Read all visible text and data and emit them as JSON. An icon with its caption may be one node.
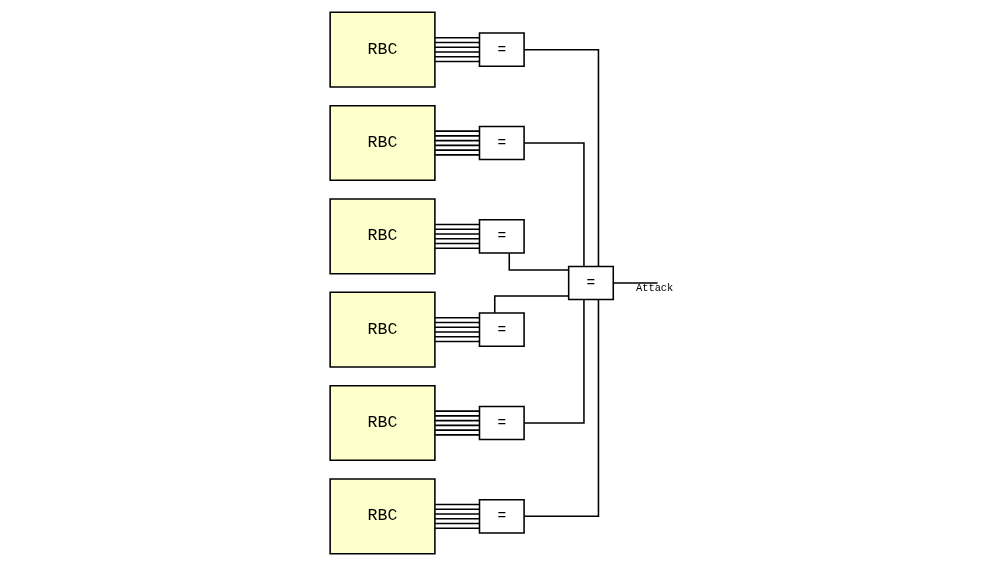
{
  "diagram": {
    "nodes": [
      {
        "text": [
          "RBC"
        ]
      },
      {
        "text": [
          "="
        ]
      },
      {
        "text": [
          "RBC"
        ]
      },
      {
        "text": [
          "="
        ]
      },
      {
        "text": [
          "RBC"
        ]
      },
      {
        "text": [
          "="
        ]
      },
      {
        "text": [
          "="
        ]
      },
      {
        "text": [
          "RBC"
        ]
      },
      {
        "text": [
          "="
        ]
      },
      {
        "text": [
          "RBC"
        ]
      },
      {
        "text": [
          "="
        ]
      },
      {
        "text": [
          "RBC"
        ]
      },
      {
        "text": [
          "="
        ]
      }
    ],
    "edges": [
      {
        "from": 0,
        "to": 1,
        "arrow": "none"
      },
      {
        "from": 0,
        "to": 1,
        "arrow": "none"
      },
      {
        "from": 0,
        "to": 1,
        "arrow": "none"
      },
      {
        "from": 0,
        "to": 1,
        "arrow": "none"
      },
      {
        "from": 0,
        "to": 1,
        "arrow": "none"
      },
      {
        "from": 0,
        "to": 1,
        "arrow": "none"
      },
      {
        "from": 2,
        "to": 3,
        "arrow": "none"
      },
      {
        "from": 2,
        "to": 3,
        "arrow": "none"
      },
      {
        "from": 2,
        "to": 3,
        "arrow": "none"
      },
      {
        "from": 2,
        "to": 3,
        "arrow": "none"
      },
      {
        "from": 2,
        "to": 3,
        "arrow": "none"
      },
      {
        "from": 2,
        "to": 3,
        "arrow": "none"
      },
      {
        "from": 4,
        "to": 5,
        "arrow": "none"
      },
      {
        "from": 4,
        "to": 5,
        "arrow": "none"
      },
      {
        "from": 4,
        "to": 5,
        "arrow": "none"
      },
      {
        "from": 4,
        "to": 5,
        "arrow": "none"
      },
      {
        "from": 4,
        "to": 5,
        "arrow": "none"
      },
      {
        "from": 4,
        "to": 5,
        "arrow": "none"
      },
      {
        "from": 7,
        "to": 8,
        "arrow": "none"
      },
      {
        "from": 7,
        "to": 8,
        "arrow": "none"
      },
      {
        "from": 7,
        "to": 8,
        "arrow": "none"
      },
      {
        "from": 7,
        "to": 8,
        "arrow": "none"
      },
      {
        "from": 7,
        "to": 8,
        "arrow": "none"
      },
      {
        "from": 7,
        "to": 8,
        "arrow": "none"
      },
      {
        "from": 9,
        "to": 10,
        "arrow": "none"
      },
      {
        "from": 9,
        "to": 10,
        "arrow": "none"
      },
      {
        "from": 9,
        "to": 10,
        "arrow": "none"
      },
      {
        "from": 9,
        "to": 10,
        "arrow": "none"
      },
      {
        "from": 9,
        "to": 10,
        "arrow": "none"
      },
      {
        "from": 9,
        "to": 10,
        "arrow": "none"
      },
      {
        "from": 11,
        "to": 12,
        "arrow": "none"
      },
      {
        "from": 11,
        "to": 12,
        "arrow": "none"
      },
      {
        "from": 11,
        "to": 12,
        "arrow": "none"
      },
      {
        "from": 11,
        "to": 12,
        "arrow": "none"
      },
      {
        "from": 11,
        "to": 12,
        "arrow": "none"
      },
      {
        "from": 11,
        "to": 12,
        "arrow": "none"
      },
      {
        "from": 1,
        "to": 6,
        "arrow": "none"
      },
      {
        "from": 3,
        "to": 6,
        "arrow": "none"
      },
      {
        "from": 5,
        "to": 6,
        "arrow": "none"
      },
      {
        "from": 8,
        "to": 6,
        "arrow": "none"
      },
      {
        "from": 10,
        "to": 6,
        "arrow": "none"
      },
      {
        "from": 12,
        "to": 6,
        "arrow": "none"
      },
      {
        "from": 6,
        "to": null,
        "label": "Attack",
        "arrow": "none"
      }
    ]
  }
}
